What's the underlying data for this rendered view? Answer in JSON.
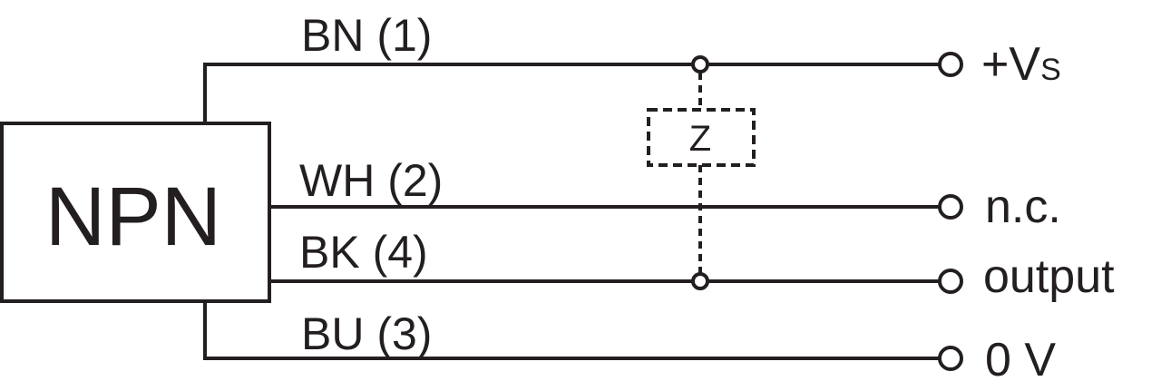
{
  "diagram": {
    "block_label": "NPN",
    "wires": [
      {
        "id": "bn",
        "label": "BN (1)",
        "terminal": {
          "main": "+V",
          "sub": "S"
        }
      },
      {
        "id": "wh",
        "label": "WH (2)",
        "terminal": {
          "main": "n.c.",
          "sub": ""
        }
      },
      {
        "id": "bk",
        "label": "BK (4)",
        "terminal": {
          "main": "output",
          "sub": ""
        }
      },
      {
        "id": "bu",
        "label": "BU (3)",
        "terminal": {
          "main": "0 V",
          "sub": ""
        }
      }
    ],
    "load_label": "Z",
    "colors": {
      "line": "#231f20",
      "background": "#ffffff"
    }
  }
}
